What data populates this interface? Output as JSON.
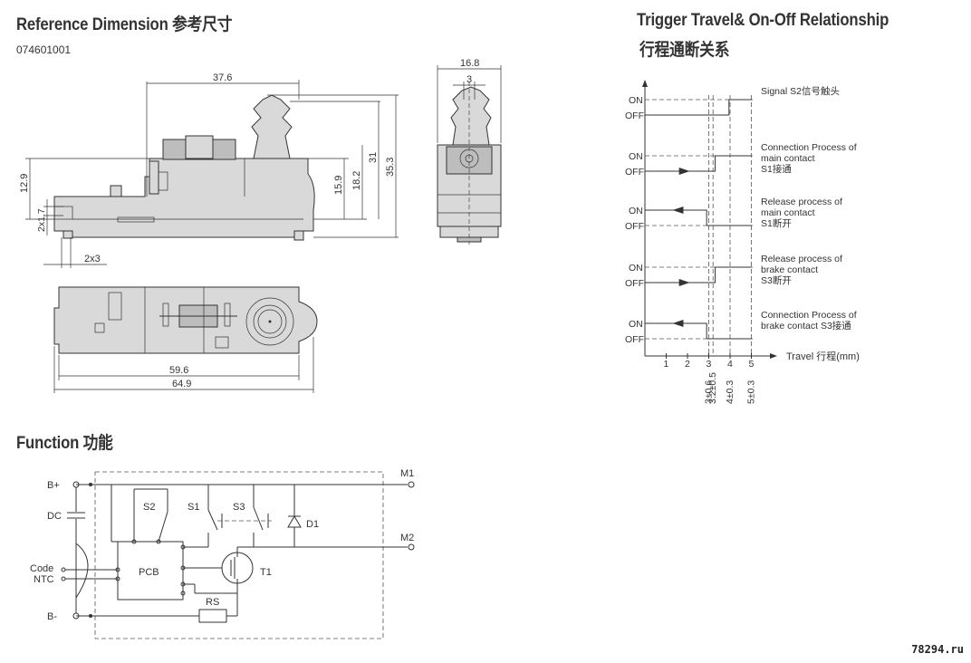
{
  "titles": {
    "reference": "Reference Dimension  参考尺寸",
    "part_no": "074601001",
    "function": "Function 功能",
    "trigger_line1": "Trigger Travel& On-Off Relationship",
    "trigger_line2": "行程通断关系"
  },
  "dimensions": {
    "d376": "37.6",
    "d168": "16.8",
    "d3": "3",
    "d129": "12.9",
    "d2x17": "2x1.7",
    "d2x3": "2x3",
    "d159": "15.9",
    "d182": "18.2",
    "d31": "31",
    "d353": "35.3",
    "d596": "59.6",
    "d649": "64.9"
  },
  "circuit": {
    "b_plus": "B+",
    "dc": "DC",
    "code": "Code",
    "ntc": "NTC",
    "b_minus": "B-",
    "s2": "S2",
    "s1": "S1",
    "s3": "S3",
    "d1": "D1",
    "pcb": "PCB",
    "t1": "T1",
    "rs": "RS",
    "m1": "M1",
    "m2": "M2"
  },
  "timing": {
    "on": "ON",
    "off": "OFF",
    "rows": [
      {
        "l1": "Signal  S2信号触头",
        "l2": "",
        "l3": ""
      },
      {
        "l1": "Connection Process of",
        "l2": "main contact",
        "l3": "S1接通"
      },
      {
        "l1": "Release process of",
        "l2": "main contact",
        "l3": "S1断开"
      },
      {
        "l1": "Release process of",
        "l2": "brake contact",
        "l3": "S3断开"
      },
      {
        "l1": "Connection Process of",
        "l2": "brake contact  S3接通",
        "l3": ""
      }
    ],
    "axis_label": "Travel 行程(mm)",
    "ticks": [
      "1",
      "2",
      "3",
      "4",
      "5"
    ],
    "tolerances": [
      "3±0.6",
      "3.2±0.5",
      "4±0.3",
      "5±0.3"
    ]
  },
  "watermark": "78294.ru"
}
